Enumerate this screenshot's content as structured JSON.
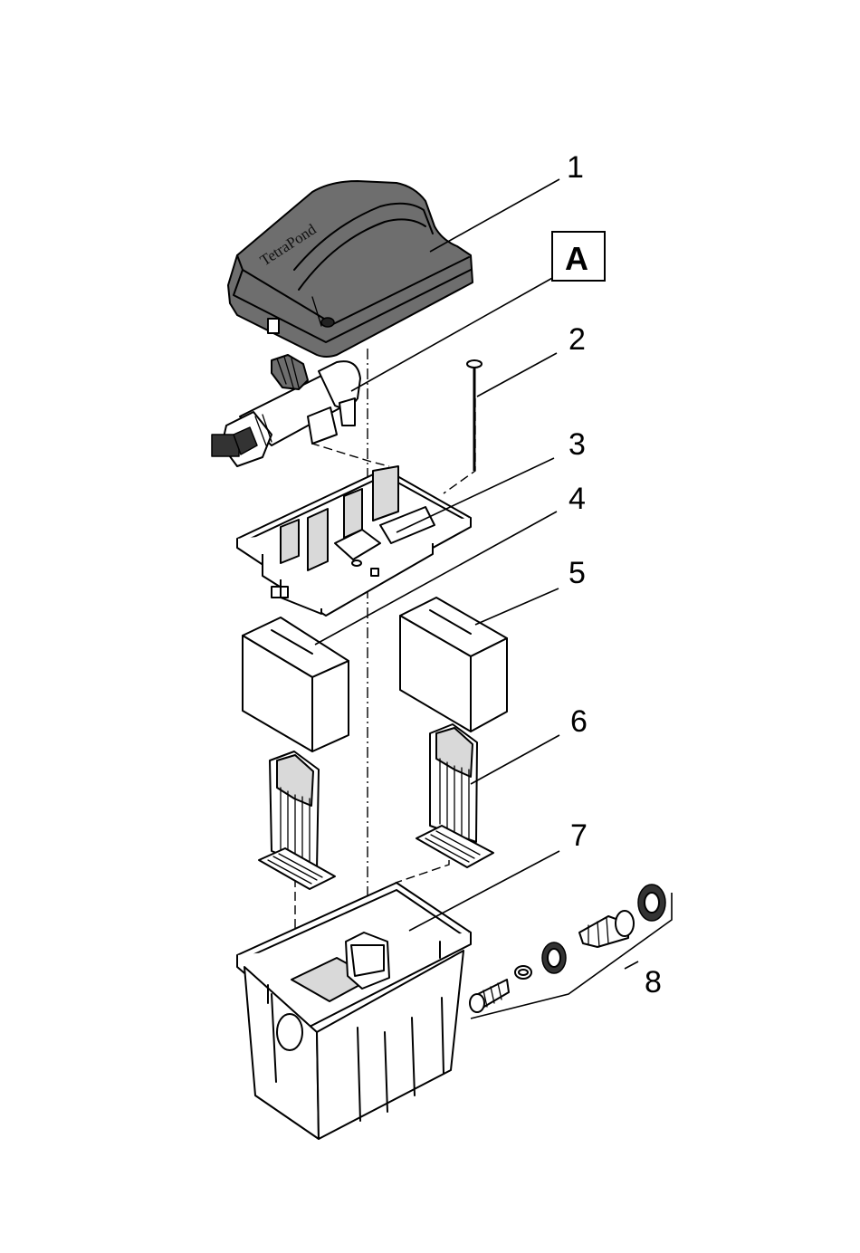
{
  "diagram": {
    "brand_logo": "TetraPond",
    "callouts": [
      "1",
      "A",
      "2",
      "3",
      "4",
      "5",
      "6",
      "7",
      "8"
    ]
  }
}
